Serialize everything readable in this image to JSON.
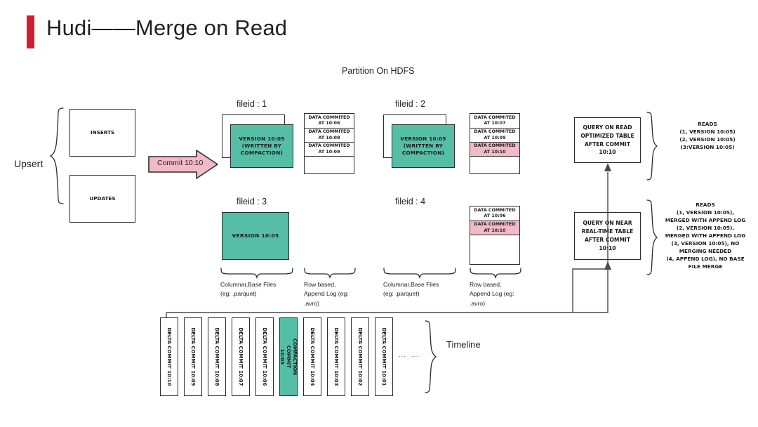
{
  "title": "Hudi——Merge on Read",
  "partition_header": "Partition On HDFS",
  "upsert": {
    "label": "Upsert",
    "boxes": [
      {
        "label": "INSERTS"
      },
      {
        "label": "UPDATES"
      }
    ],
    "arrow_label": "Commit 10:10"
  },
  "files": [
    {
      "id": "fileid : 1",
      "base": {
        "text": "VERSION 10:05\n(WRITTEN BY\nCOMPACTION)",
        "stacked": true,
        "color": "#56bda6"
      },
      "log": [
        "DATA COMMITED\nAT 10:06",
        "DATA COMMITED\nAT 10:08",
        "DATA COMMITED\nAT 10:09"
      ],
      "log_highlight": []
    },
    {
      "id": "fileid : 2",
      "base": {
        "text": "VERSION 10:05\n(WRITTEN BY\nCOMPACTION)",
        "stacked": true,
        "color": "#56bda6"
      },
      "log": [
        "DATA COMMITED\nAT 10:07",
        "DATA COMMITED\nAT 10:09",
        "DATA COMMITED\nAT 10:10"
      ],
      "log_highlight": [
        2
      ]
    },
    {
      "id": "fileid : 3",
      "base": {
        "text": "VERSION 10:05",
        "stacked": false,
        "color": "#56bda6"
      },
      "log": [],
      "log_highlight": []
    },
    {
      "id": "fileid : 4",
      "base": null,
      "log": [
        "DATA COMMITED\nAT 10:06",
        "DATA COMMITED\nAT 10:10"
      ],
      "log_highlight": [
        1
      ]
    }
  ],
  "brace_labels": {
    "columnar": "Columnar,Base Files\n(eg: .parquet)",
    "rowlog": "Row based,\nAppend Log  (eg:\n.avro)"
  },
  "queries": [
    {
      "box": "QUERY ON READ\nOPTIMIZED TABLE\nAFTER COMMIT\n10:10",
      "reads": "READS\n(1, VERSION 10:05)\n(2, VERSION 10:05)\n(3:VERSION 10:05)"
    },
    {
      "box": "QUERY ON NEAR\nREAL-TIME TABLE\nAFTER COMMIT\n10:10",
      "reads": "READS\n(1, VERSION 10:05),\nMERGED WITH APPEND LOG\n(2, VERSION 10:05),\nMERGED WITH APPEND LOG\n(3, VERSION 10:05), NO\nMERGING NEEDED\n(4, APPEND LOG), NO BASE\nFILE MERGE"
    }
  ],
  "timeline": {
    "label": "Timeline",
    "commits": [
      {
        "label": "DELTA COMMIT  10:10",
        "type": "delta"
      },
      {
        "label": "DELTA COMMIT  10:09",
        "type": "delta"
      },
      {
        "label": "DELTA COMMIT  10:08",
        "type": "delta"
      },
      {
        "label": "DELTA COMMIT  10:07",
        "type": "delta"
      },
      {
        "label": "DELTA COMMIT  10:06",
        "type": "delta"
      },
      {
        "label": "COMPACTION COMMIT\n10:05",
        "type": "compaction"
      },
      {
        "label": "DELTA COMMIT  10:04",
        "type": "delta"
      },
      {
        "label": "DELTA COMMIT  10:03",
        "type": "delta"
      },
      {
        "label": "DELTA COMMIT  10:02",
        "type": "delta"
      },
      {
        "label": "DELTA COMMIT  10:01",
        "type": "delta"
      }
    ],
    "ellipsis": [
      "⋮",
      "⋮"
    ]
  },
  "colors": {
    "accent_red": "#cf1f2e",
    "teal": "#56bda6",
    "pink": "#f2b9c7",
    "ink": "#2b2b2b"
  }
}
